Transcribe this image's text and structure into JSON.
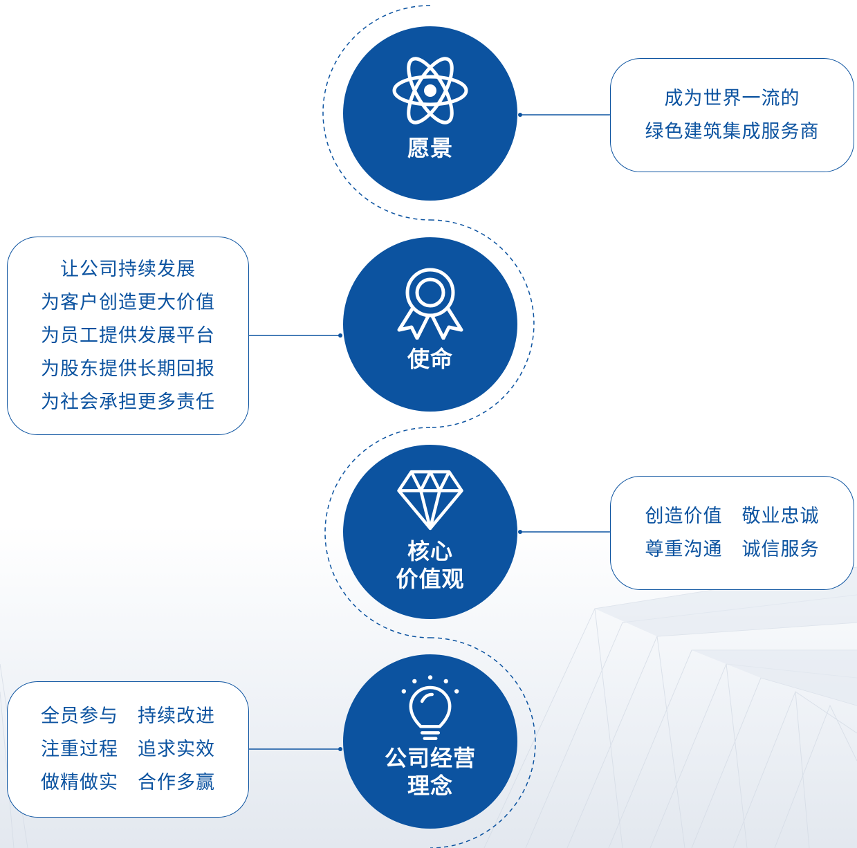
{
  "sections": [
    {
      "key": "vision",
      "title_lines": [
        "愿景"
      ],
      "icon": "atom-icon",
      "text_lines": [
        "成为世界一流的",
        "绿色建筑集成服务商"
      ]
    },
    {
      "key": "mission",
      "title_lines": [
        "使命"
      ],
      "icon": "award-ribbon-icon",
      "text_lines": [
        "让公司持续发展",
        "为客户创造更大价值",
        "为员工提供发展平台",
        "为股东提供长期回报",
        "为社会承担更多责任"
      ]
    },
    {
      "key": "core-values",
      "title_lines": [
        "核心",
        "价值观"
      ],
      "icon": "diamond-icon",
      "text_lines": [
        "创造价值　敬业忠诚",
        "尊重沟通　诚信服务"
      ]
    },
    {
      "key": "business-philosophy",
      "title_lines": [
        "公司经营",
        "理念"
      ],
      "icon": "lightbulb-icon",
      "text_lines": [
        "全员参与　持续改进",
        "注重过程　追求实效",
        "做精做实　合作多赢"
      ]
    }
  ],
  "colors": {
    "primary": "#0c53a0",
    "text": "#0c53a0",
    "background": "#ffffff"
  }
}
